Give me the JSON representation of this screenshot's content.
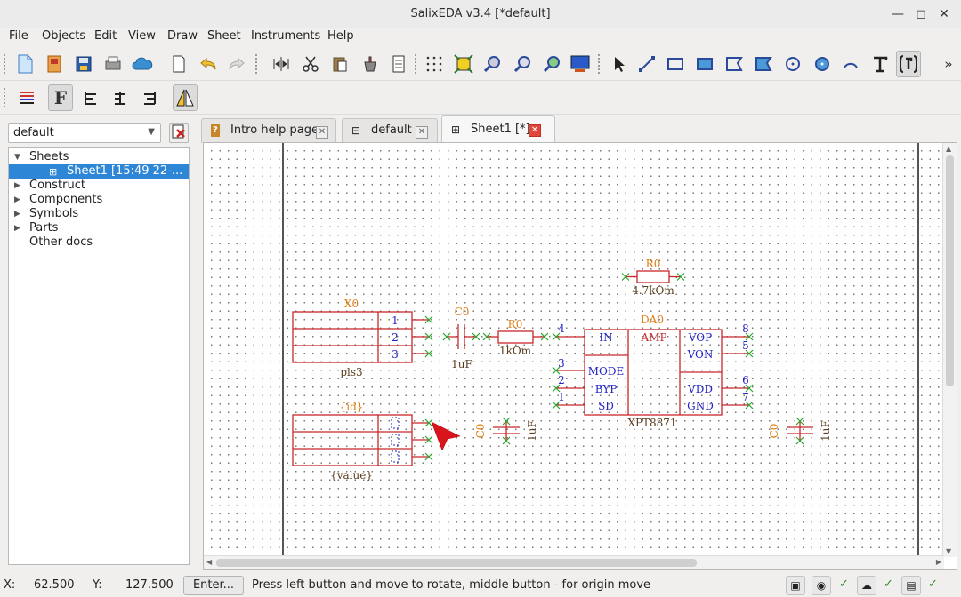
{
  "window": {
    "title": "SalixEDA v3.4 [*default]"
  },
  "menu": [
    "File",
    "Objects",
    "Edit",
    "View",
    "Draw",
    "Sheet",
    "Instruments",
    "Help"
  ],
  "toolbar2": {
    "active_label": "F"
  },
  "project": {
    "selector_value": "default",
    "tree": [
      {
        "label": "Sheets",
        "expanded": true
      },
      {
        "label": "Sheet1 [15:49 22-...",
        "selected": true
      },
      {
        "label": "Construct"
      },
      {
        "label": "Components"
      },
      {
        "label": "Symbols"
      },
      {
        "label": "Parts"
      },
      {
        "label": "Other docs"
      }
    ]
  },
  "tabs": [
    {
      "label": "Intro help page"
    },
    {
      "label": "default"
    },
    {
      "label": "Sheet1 [*]",
      "active": true
    }
  ],
  "schematic": {
    "colors": {
      "wire": "#c8262a",
      "pin_num": "#2323c8",
      "ref": "#e07d10",
      "value": "#5a3c1e"
    },
    "r_top": {
      "ref": "R0",
      "value": "4.7kOm"
    },
    "conn_x0": {
      "ref": "X0",
      "value": "pls3",
      "pins": [
        "1",
        "2",
        "3"
      ]
    },
    "cap_c0": {
      "ref": "C0",
      "value": "1uF"
    },
    "res_r0": {
      "ref": "R0",
      "value": "1kOm"
    },
    "amp": {
      "ref": "DA0",
      "value": "XPT8871",
      "center_label": "AMP",
      "left_pins": [
        {
          "num": "4",
          "name": "IN"
        },
        {
          "num": "3",
          "name": "MODE"
        },
        {
          "num": "2",
          "name": "BYP"
        },
        {
          "num": "1",
          "name": "SD"
        }
      ],
      "right_pins": [
        {
          "num": "8",
          "name": "VOP"
        },
        {
          "num": "5",
          "name": "VON"
        },
        {
          "num": "6",
          "name": "VDD"
        },
        {
          "num": "7",
          "name": "GND"
        }
      ]
    },
    "conn_template": {
      "ref": "{id}",
      "value": "{value}"
    },
    "cap_rot1": {
      "ref": "C0",
      "value": "1uF"
    },
    "cap_rot2": {
      "ref": "C0",
      "value": "1uF"
    }
  },
  "status": {
    "x_label": "X:",
    "x_value": "62.500",
    "y_label": "Y:",
    "y_value": "127.500",
    "enter_label": "Enter...",
    "message": "Press left button and move to rotate, middle button - for origin move",
    "check": "✓"
  }
}
